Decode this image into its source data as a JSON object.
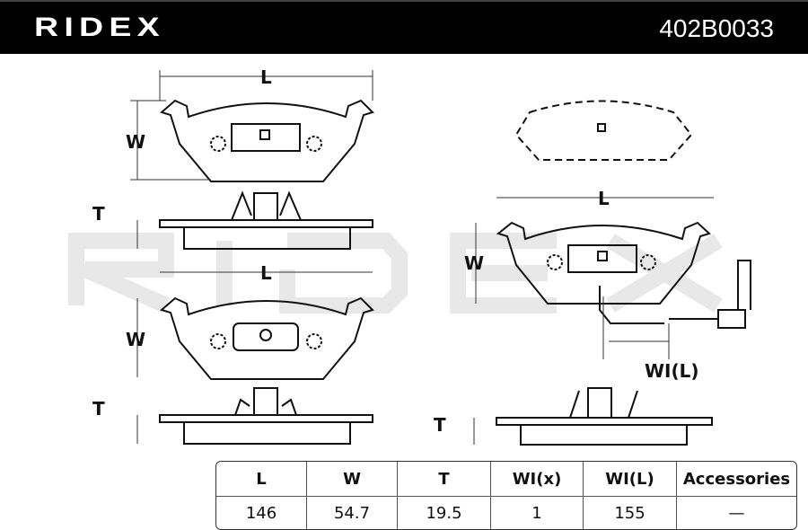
{
  "header": {
    "brand": "RIDEX",
    "part_number": "402B0033"
  },
  "watermark": "RIDEX",
  "dimension_labels": {
    "length": "L",
    "width": "W",
    "thickness": "T",
    "wear_indicator_length": "WI(L)"
  },
  "table": {
    "headers": [
      "L",
      "W",
      "T",
      "WI(x)",
      "WI(L)",
      "Accessories"
    ],
    "values": [
      "146",
      "54.7",
      "19.5",
      "1",
      "155",
      "—"
    ]
  }
}
